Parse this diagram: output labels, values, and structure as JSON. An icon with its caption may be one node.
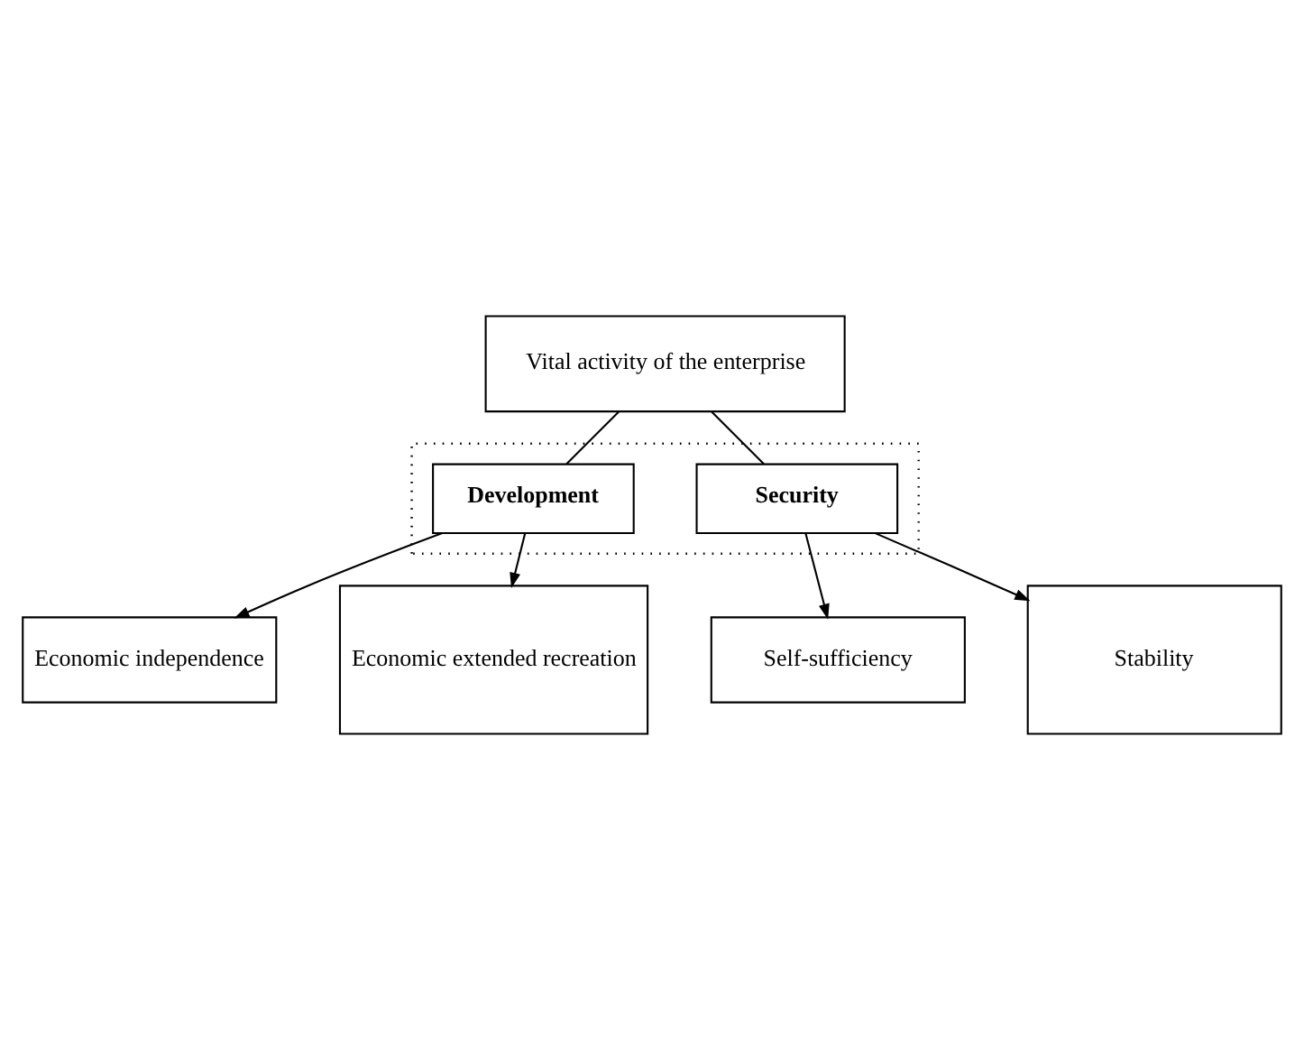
{
  "diagram": {
    "nodes": [
      {
        "text": [
          "Vital activity of the enterprise"
        ]
      },
      {
        "text": [],
        "shape": "box"
      },
      {
        "text": [
          "Development"
        ],
        "in": 1
      },
      {
        "text": [
          "Security"
        ],
        "in": 1
      },
      {
        "text": [
          "Economic independence"
        ]
      },
      {
        "text": [
          "Economic extended recreation"
        ]
      },
      {
        "text": [
          "Self-sufficiency"
        ]
      },
      {
        "text": [
          "Stability"
        ]
      }
    ],
    "edges": [
      {
        "from": 0,
        "to": 2,
        "arrow": "none"
      },
      {
        "from": 0,
        "to": 3,
        "arrow": "none"
      },
      {
        "from": 2,
        "to": 4,
        "arrow": "to"
      },
      {
        "from": 2,
        "to": 5,
        "arrow": "to"
      },
      {
        "from": 3,
        "to": 6,
        "arrow": "to"
      },
      {
        "from": 3,
        "to": 7,
        "arrow": "to"
      }
    ]
  }
}
